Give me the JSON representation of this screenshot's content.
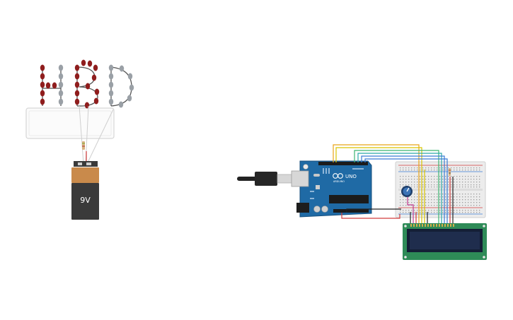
{
  "battery": {
    "voltage_label": "9V"
  },
  "arduino": {
    "brand": "UNO",
    "logo_text": "ARDUINO"
  },
  "colors": {
    "led_red": "#8f1d1d",
    "led_grey": "#9aa0a6",
    "battery_cap": "#c98a4b",
    "battery_body": "#3a3a3a",
    "arduino_board": "#1f6aa5",
    "breadboard": "#ececec",
    "lcd_board": "#2e8b57",
    "lcd_screen": "#1f2d4d",
    "wire_orange": "#e8a317",
    "wire_yellow": "#d9c400",
    "wire_green": "#3cb371",
    "wire_teal": "#2aa8a8",
    "wire_blue": "#3a7bd5",
    "wire_red": "#d23c3c",
    "wire_black": "#222222",
    "wire_magenta": "#c0398f"
  }
}
